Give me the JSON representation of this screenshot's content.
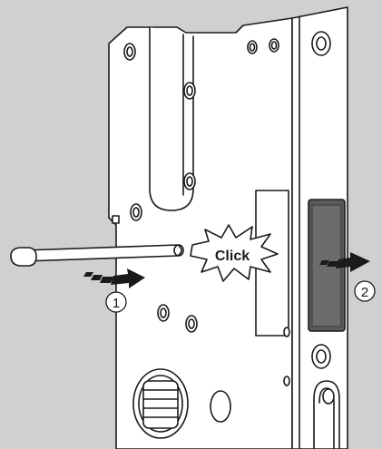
{
  "diagram": {
    "callout_text": "Click",
    "step_1": "1",
    "step_2": "2"
  },
  "colors": {
    "background": "#cfd0d1",
    "line": "#1a1a1a",
    "part_fill": "#ffffff",
    "latch_fill": "#5b5b5b"
  }
}
